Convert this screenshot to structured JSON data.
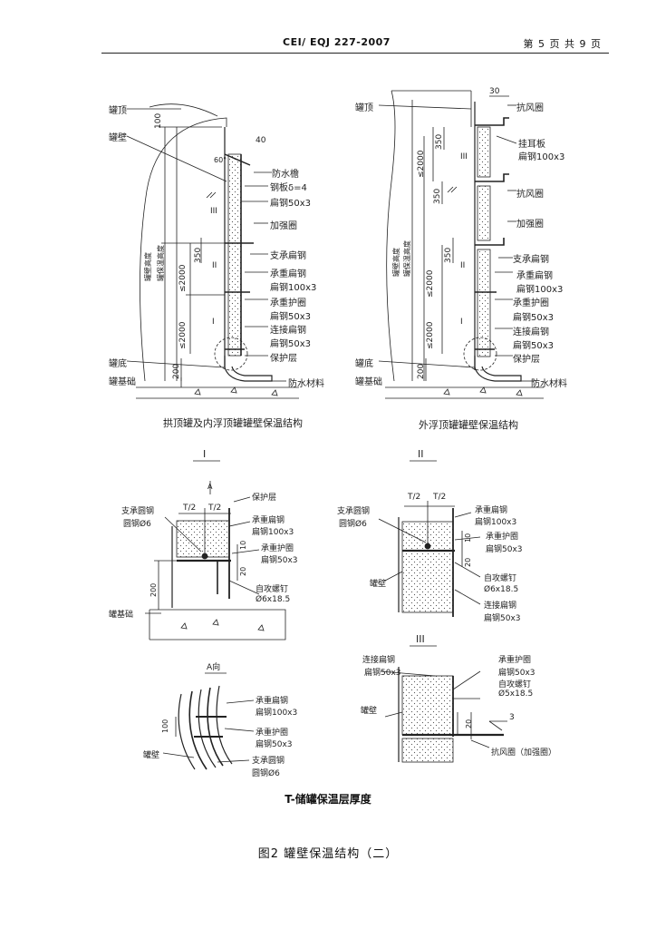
{
  "header": {
    "standard_code": "CEI/ EQJ 227-2007",
    "page_number": "第 5 页 共 9 页"
  },
  "top_left": {
    "caption": "拱顶罐及内浮顶罐罐壁保温结构",
    "labels": {
      "tank_top": "罐顶",
      "tank_wall": "罐壁",
      "tank_bottom": "罐底",
      "tank_foundation": "罐基础",
      "waterproof_eaves": "防水檐",
      "steel_plate": "钢板δ=4",
      "flat_steel_50": "扁钢50x3",
      "stiffener": "加强圈",
      "support_flat_steel": "支承扁钢",
      "bearing_flat_steel": "承重扁钢",
      "flat_steel_100": "扁钢100x3",
      "bearing_guard_ring": "承重护圈",
      "flat_steel_50b": "扁钢50x3",
      "connecting_flat_steel": "连接扁钢",
      "flat_steel_50c": "扁钢50x3",
      "protective_layer": "保护层",
      "waterproof_material": "防水材料",
      "tank_wall_height": "罐壁高度",
      "insulation_height": "罐保温高度",
      "dim_100": "100",
      "dim_40": "40",
      "dim_60": "60°",
      "dim_350": "350",
      "dim_2000a": "≤2000",
      "dim_2000b": "≤2000",
      "dim_200": "200",
      "mark_I": "I",
      "mark_II": "II",
      "mark_III": "III"
    }
  },
  "top_right": {
    "caption": "外浮顶罐罐壁保温结构",
    "labels": {
      "tank_top": "罐顶",
      "dim_30": "30",
      "wind_girder": "抗风圈",
      "hanger_plate": "挂耳板",
      "hanger_flat": "扁钢100x3",
      "wind_girder2": "抗风圈",
      "stiffener": "加强圈",
      "support_flat_steel": "支承扁钢",
      "bearing_flat_steel": "承重扁钢",
      "flat_steel_100": "扁钢100x3",
      "bearing_guard_ring": "承重护圈",
      "flat_steel_50": "扁钢50x3",
      "connecting_flat_steel": "连接扁钢",
      "flat_steel_50b": "扁钢50x3",
      "protective_layer": "保护层",
      "tank_bottom": "罐底",
      "tank_foundation": "罐基础",
      "waterproof_material": "防水材料",
      "tank_wall_height": "罐壁高度",
      "insulation_height": "罐保温高度",
      "dim_350a": "350",
      "dim_2000a": "≤2000",
      "dim_350b": "350",
      "dim_350c": "350",
      "dim_2000b": "≤2000",
      "dim_2000c": "≤2000",
      "dim_200": "200",
      "mark_I": "I",
      "mark_II": "II",
      "mark_III": "III"
    }
  },
  "detail_I": {
    "title": "I",
    "labels": {
      "A": "A",
      "support_round_steel": "支承圆钢",
      "round_steel": "圆钢Ø6",
      "half_t1": "T/2",
      "half_t2": "T/2",
      "protective_layer": "保护层",
      "bearing_flat_steel": "承重扁钢",
      "flat_steel_100": "扁钢100x3",
      "bearing_guard_ring": "承重护圈",
      "flat_steel_50": "扁钢50x3",
      "self_tapping_screw": "自攻螺钉",
      "screw_spec": "Ø6x18.5",
      "dim_10": "10",
      "dim_20": "20",
      "dim_200": "200",
      "tank_foundation": "罐基础"
    }
  },
  "detail_II": {
    "title": "II",
    "labels": {
      "half_t1": "T/2",
      "half_t2": "T/2",
      "support_round_steel": "支承圆钢",
      "round_steel": "圆钢Ø6",
      "bearing_flat_steel": "承重扁钢",
      "flat_steel_100": "扁钢100x3",
      "bearing_guard_ring": "承重护圈",
      "flat_steel_50": "扁钢50x3",
      "tank_wall": "罐壁",
      "self_tapping_screw": "自攻螺钉",
      "screw_spec": "Ø6x18.5",
      "connecting_flat_steel": "连接扁钢",
      "flat_steel_50b": "扁钢50x3",
      "dim_10": "10",
      "dim_20": "20"
    }
  },
  "detail_A": {
    "title": "A向",
    "labels": {
      "bearing_flat_steel": "承重扁钢",
      "flat_steel_100": "扁钢100x3",
      "bearing_guard_ring": "承重护圈",
      "flat_steel_50": "扁钢50x3",
      "dim_100": "100",
      "tank_wall": "罐壁",
      "support_round_steel": "支承圆钢",
      "round_steel": "圆钢Ø6"
    }
  },
  "detail_III": {
    "title": "III",
    "labels": {
      "connecting_flat_steel": "连接扁钢",
      "flat_steel_50": "扁钢50x3",
      "bearing_guard_ring": "承重护圈",
      "flat_steel_50b": "扁钢50x3",
      "self_tapping_screw": "自攻螺钉",
      "screw_spec": "Ø5x18.5",
      "tank_wall": "罐壁",
      "dim_20": "20",
      "dim_3": "3",
      "wind_girder": "抗风圈（加强圈）"
    }
  },
  "figure": {
    "subtitle": "T-储罐保温层厚度",
    "title": "图2   罐壁保温结构（二）"
  }
}
